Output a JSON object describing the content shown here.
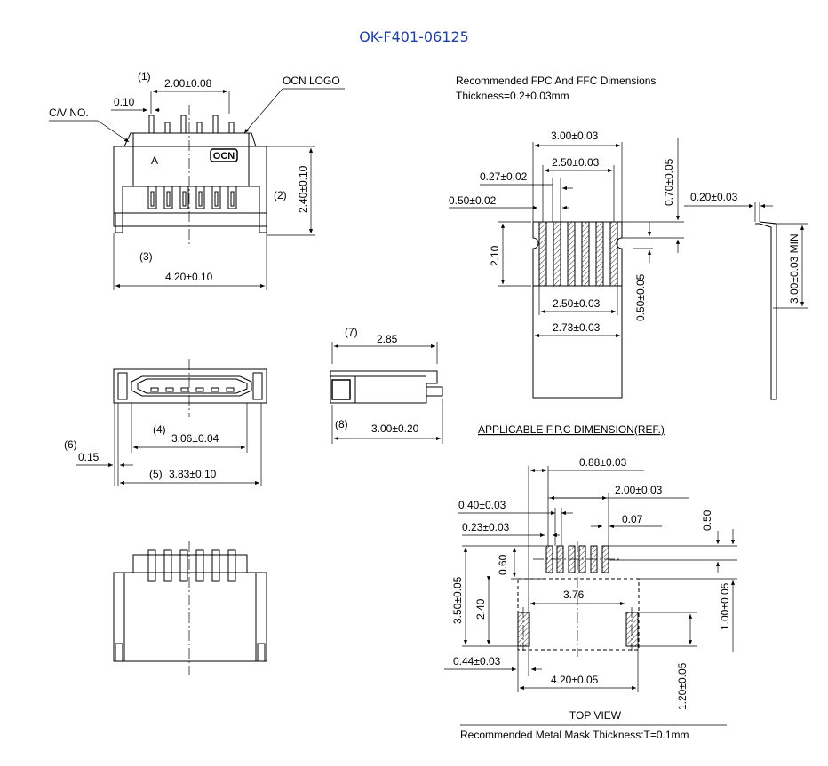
{
  "title": "OK-F401-06125",
  "colors": {
    "title": "#1f3f9f",
    "line": "#000000"
  },
  "top_view": {
    "callout_1": "(1)",
    "pitch": "2.00±0.08",
    "offset": "0.10",
    "cv_no": "C/V NO.",
    "ocn_logo": "OCN LOGO",
    "mark_a": "A",
    "logo_text": "OCN",
    "callout_2": "(2)",
    "height": "2.40±0.10",
    "callout_3": "(3)",
    "width": "4.20±0.10"
  },
  "front_view": {
    "callout_4": "(4)",
    "inner_width": "3.06±0.04",
    "callout_6": "(6)",
    "edge": "0.15",
    "callout_5": "(5)",
    "outer_width": "3.83±0.10"
  },
  "side_view": {
    "callout_7": "(7)",
    "top_len": "2.85",
    "callout_8": "(8)",
    "bottom_len": "3.00±0.20"
  },
  "fpc": {
    "heading": "Recommended FPC And FFC Dimensions",
    "thickness": "Thickness=0.2±0.03mm",
    "overall_width": "3.00±0.03",
    "pitch_span": "2.50±0.03",
    "lead_width": "0.27±0.02",
    "pitch": "0.50±0.02",
    "notch_height": "0.70±0.05",
    "thickness_dim": "0.20±0.03",
    "contact_len": "2.10",
    "notch_width": "0.50±0.05",
    "bottom_span": "2.50±0.03",
    "bottom_width": "2.73±0.03",
    "stiffener": "3.00±0.03 MIN"
  },
  "pcb": {
    "heading": "APPLICABLE F.P.C DIMENSION(REF.)",
    "pad_span": "0.88±0.03",
    "pitch_total": "2.00±0.03",
    "pad_pitch": "0.40±0.03",
    "gap": "0.07",
    "pad_width": "0.23±0.03",
    "pad_len_top": "0.50",
    "pad_len": "0.60",
    "inner": "3.76",
    "total_height": "3.50±0.05",
    "mid_height": "2.40",
    "right_height": "1.00±0.05",
    "tab_width": "0.44±0.03",
    "tab_span": "4.20±0.05",
    "tab_height": "1.20±0.05",
    "view_label": "TOP VIEW",
    "mask": "Recommended Metal Mask Thickness:T=0.1mm"
  }
}
